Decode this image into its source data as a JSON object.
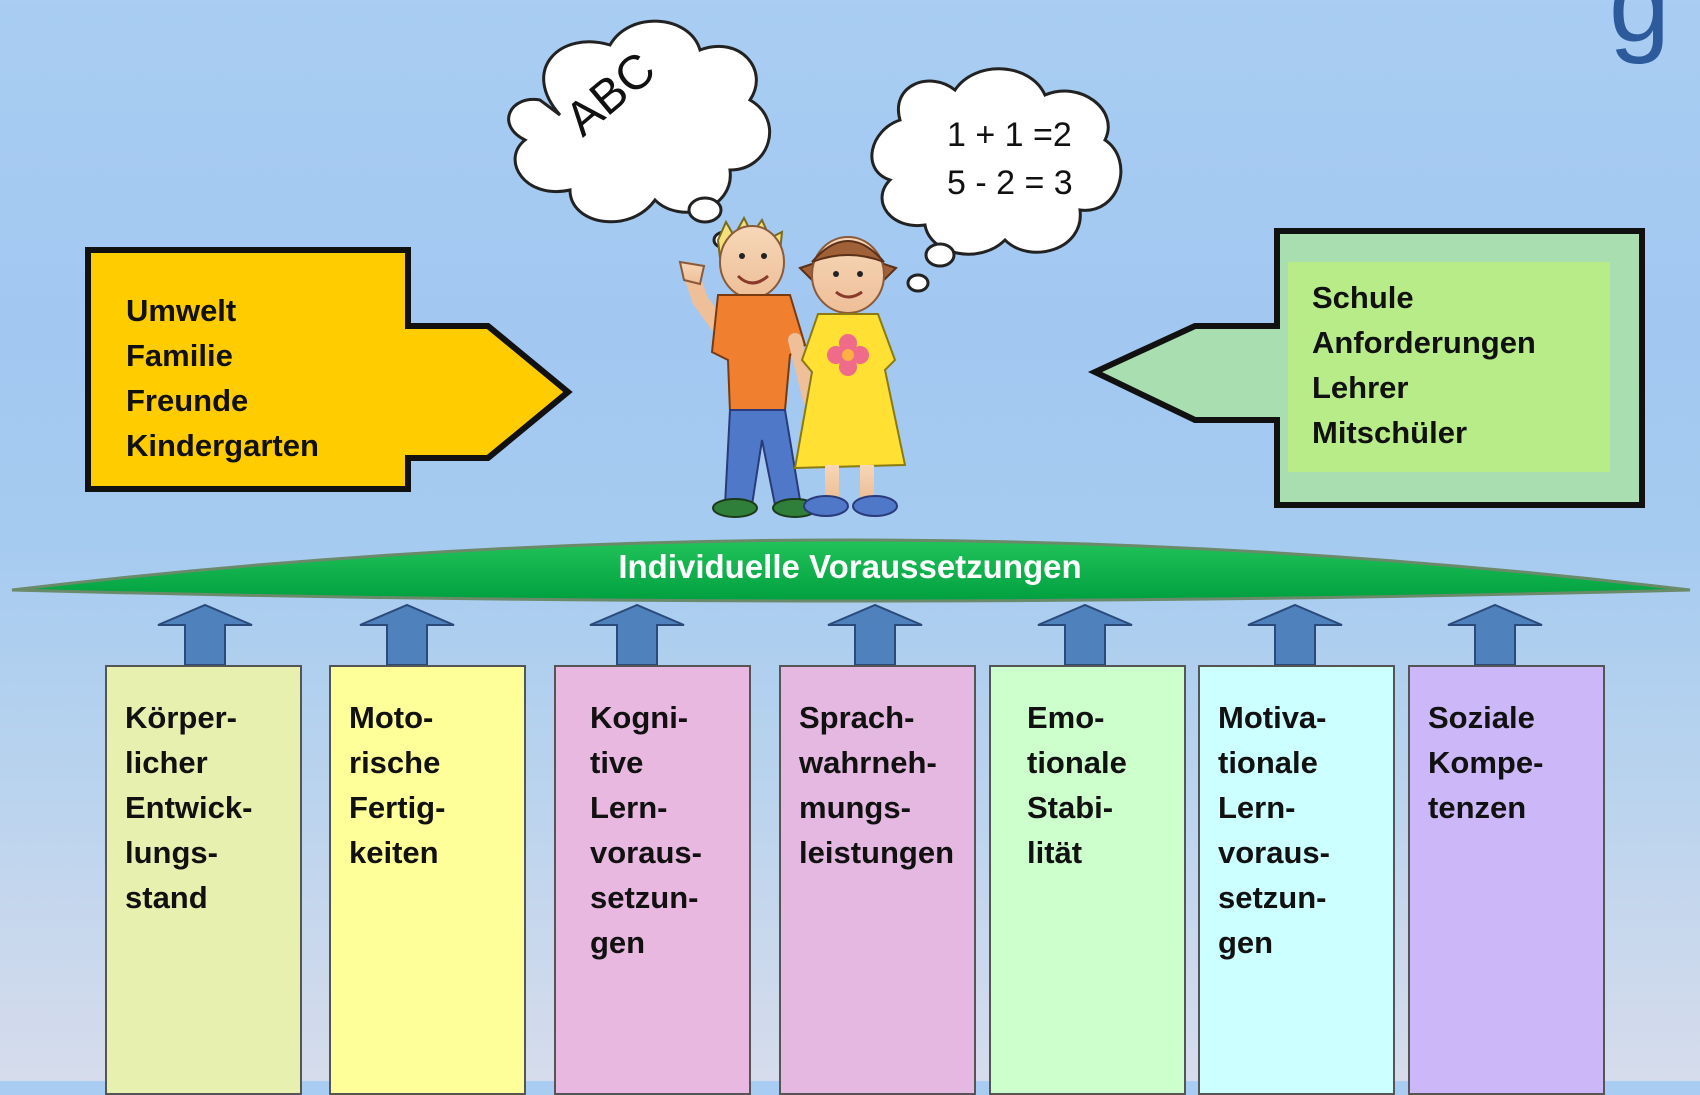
{
  "title_fragment": "g",
  "thought_left": "ABC",
  "thought_right": {
    "line1": "1 + 1 =2",
    "line2": "5 - 2 = 3"
  },
  "left_arrow": {
    "lines": [
      "Umwelt",
      "Familie",
      "Freunde",
      "Kindergarten"
    ],
    "color": "#ffcc00"
  },
  "right_arrow": {
    "lines": [
      "Schule",
      "Anforderungen",
      "Lehrer",
      "Mitschüler"
    ],
    "color": "#a9dfb0"
  },
  "base_label": "Individuelle Voraussetzungen",
  "base_color": "#00b050",
  "columns": [
    {
      "text": "Körper-\nlicher\nEntwick-\nlungs-\nstand",
      "color": "#e8f0b0"
    },
    {
      "text": "Moto-\nrische\nFertig-\nkeiten",
      "color": "#ffff99"
    },
    {
      "text": "Kogni-\ntive\nLern-\nvoraus-\nsetzun-\ngen",
      "color": "#e8b8e0"
    },
    {
      "text": "Sprach-\nwahrneh-\nmungs-\nleistungen",
      "color": "#e4b8e0"
    },
    {
      "text": "Emo-\ntionale\nStabi-\nlität",
      "color": "#ccffcc"
    },
    {
      "text": "Motiva-\ntionale\nLern-\nvoraus-\nsetzun-\ngen",
      "color": "#ccffff"
    },
    {
      "text": "Soziale\nKompe-\ntenzen",
      "color": "#ccb8f8"
    }
  ]
}
